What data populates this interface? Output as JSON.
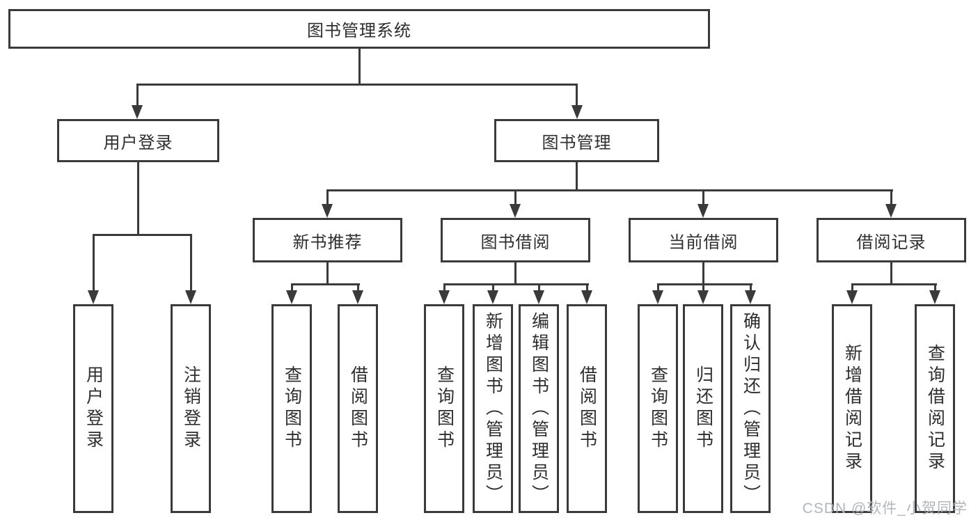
{
  "nodes": {
    "root": "图书管理系统",
    "userLogin": "用户登录",
    "bookMgmt": "图书管理",
    "newBookRec": "新书推荐",
    "bookBorrow": "图书借阅",
    "currentBorrow": "当前借阅",
    "borrowRecord": "借阅记录"
  },
  "leaves": {
    "userLogin": [
      "用户登录",
      "注销登录"
    ],
    "newBookRec": [
      "查询图书",
      "借阅图书"
    ],
    "bookBorrow": [
      "查询图书",
      "新增图书（管理员）",
      "编辑图书（管理员）",
      "借阅图书"
    ],
    "currentBorrow": [
      "查询图书",
      "归还图书",
      "确认归还（管理员）"
    ],
    "borrowRecord": [
      "新增借阅记录",
      "查询借阅记录"
    ]
  },
  "watermark": "CSDN @软件_小贺同学",
  "colors": {
    "line": "#3a3a3a",
    "text": "#2e2e2e",
    "background": "#ffffff",
    "watermark": "#aeb2b6"
  }
}
